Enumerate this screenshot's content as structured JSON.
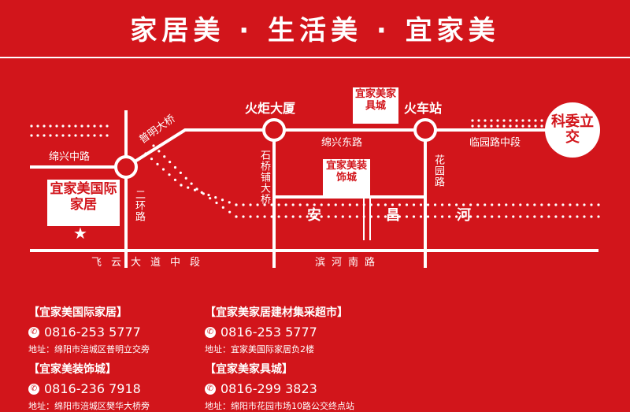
{
  "banner": {
    "title": "家居美 · 生活美 · 宜家美"
  },
  "map": {
    "landmarks": {
      "huoju": "火炬大厦",
      "station": "火车站",
      "keweilijiao": "科委立交"
    },
    "stores": {
      "international": "宜家美国际家居",
      "furniture_city": "宜家美家具城",
      "decoration_city": "宜家美装饰城"
    },
    "roads": {
      "mianxing_mid": "绵兴中路",
      "puming_bridge": "普明大桥",
      "ring2": "二环路",
      "shiqiao": "石桥铺大桥",
      "mianxing_east": "绵兴东路",
      "huayuan": "花园路",
      "linyuan": "临园路中段",
      "feiyun": "飞云大道中段",
      "binhe": "滨河南路"
    },
    "river": [
      "安",
      "昌",
      "河"
    ],
    "colors": {
      "background": "#d2151b",
      "foreground": "#ffffff"
    }
  },
  "contacts": [
    {
      "name": "【宜家美国际家居】",
      "phone": "0816-253 5777",
      "address": "地址：绵阳市涪城区普明立交旁"
    },
    {
      "name": "【宜家美家居建材集采超市】",
      "phone": "0816-253 5777",
      "address": "地址：宜家美国际家居负2楼"
    },
    {
      "name": "【宜家美装饰城】",
      "phone": "0816-236 7918",
      "address": "地址：绵阳市涪城区樊华大桥旁"
    },
    {
      "name": "【宜家美家具城】",
      "phone": "0816-299 3823",
      "address": "地址：绵阳市花园市场10路公交终点站"
    }
  ]
}
